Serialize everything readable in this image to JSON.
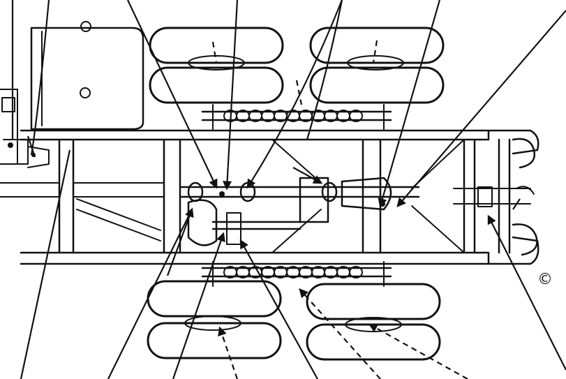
{
  "figure": {
    "description_visible_text": "",
    "copyright_glyph": "©"
  },
  "components": [
    {
      "name": "fuel-tank"
    },
    {
      "name": "front-axle-dual-tires-upper"
    },
    {
      "name": "rear-axle-dual-tires-upper"
    },
    {
      "name": "front-axle-dual-tires-lower"
    },
    {
      "name": "rear-axle-dual-tires-lower"
    },
    {
      "name": "chassis-frame-rail-upper"
    },
    {
      "name": "chassis-frame-rail-lower"
    },
    {
      "name": "propeller-shaft"
    },
    {
      "name": "universal-joint-front"
    },
    {
      "name": "universal-joint-rear"
    },
    {
      "name": "differential-housing-front"
    },
    {
      "name": "differential-housing-rear"
    },
    {
      "name": "leaf-spring-upper"
    },
    {
      "name": "leaf-spring-lower"
    },
    {
      "name": "cross-member-rear"
    },
    {
      "name": "rear-bumper-hooks"
    }
  ]
}
